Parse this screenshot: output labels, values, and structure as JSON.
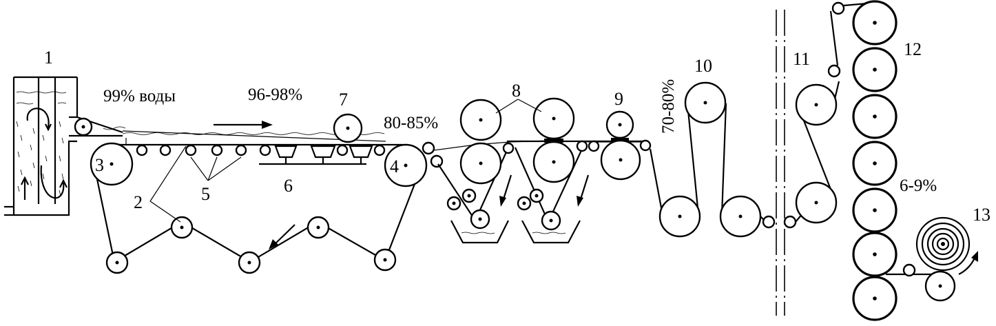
{
  "labels": {
    "n1": "1",
    "n2": "2",
    "n3": "3",
    "n4": "4",
    "n5": "5",
    "n6": "6",
    "n7": "7",
    "n8": "8",
    "n9": "9",
    "n10": "10",
    "n11": "11",
    "n12": "12",
    "n13": "13"
  },
  "moisture": {
    "m1": "99% воды",
    "m2": "96-98%",
    "m3": "80-85%",
    "m4": "70-80%",
    "m5": "6-9%"
  }
}
